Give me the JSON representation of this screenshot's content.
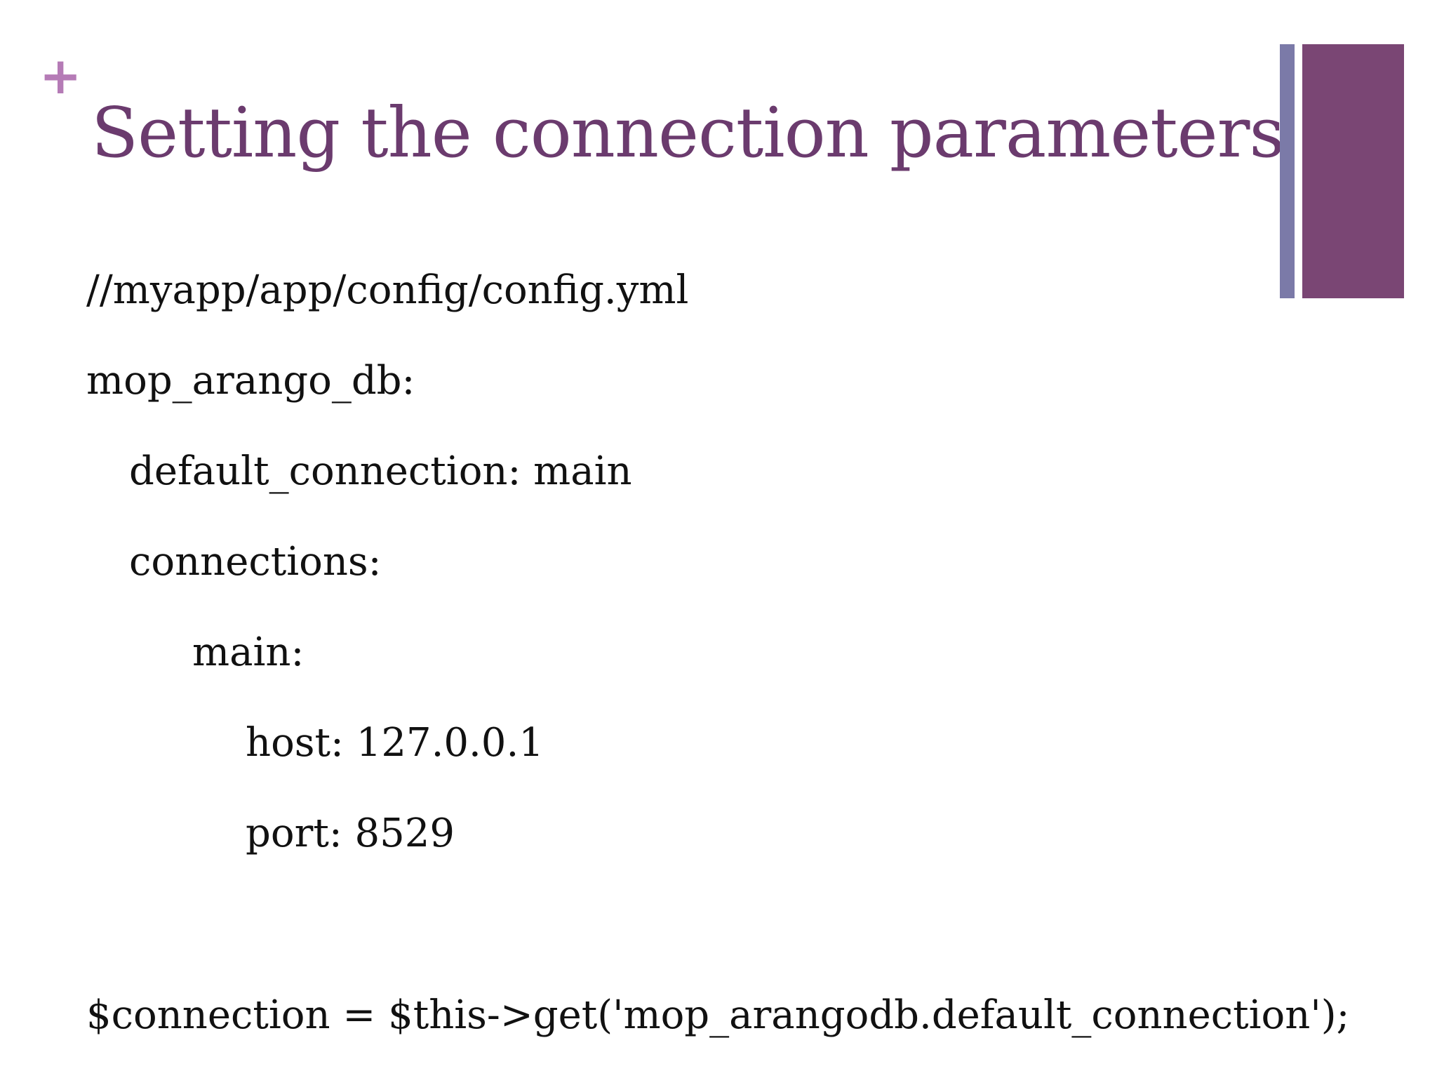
{
  "slide": {
    "plus_mark": "+",
    "title": "Setting the connection parameters"
  },
  "code": {
    "lines": [
      "//myapp/app/config/config.yml",
      "mop_arango_db:",
      "default_connection: main",
      "connections:",
      "main:",
      "host: 127.0.0.1",
      "port: 8529",
      "$connection = $this->get('mop_arangodb.default_connection');"
    ]
  },
  "colors": {
    "title": "#6b3b6e",
    "plus_mark": "#b57bb6",
    "accent_thin": "#7b7aa8",
    "accent_wide": "#7a4674",
    "body_text": "#111111"
  }
}
